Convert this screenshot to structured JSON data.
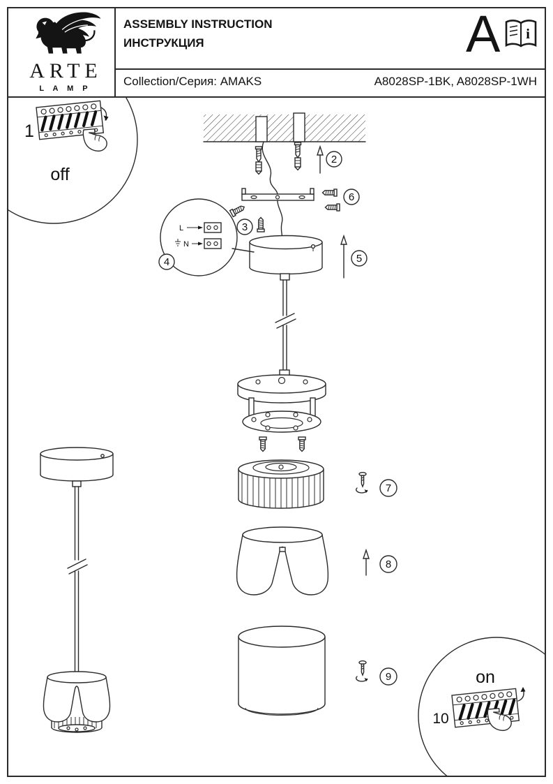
{
  "header": {
    "brand_name": "ARTE",
    "brand_sub": "L A M P",
    "title_line1": "ASSEMBLY INSTRUCTION",
    "title_line2": "ИНСТРУКЦИЯ",
    "format_letter": "A",
    "info_glyph": "i",
    "collection": "Collection/Серия: AMAKS",
    "models": "A8028SP-1BK, A8028SP-1WH"
  },
  "steps": {
    "s1": "1",
    "s2": "2",
    "s3": "3",
    "s4": "4",
    "s5": "5",
    "s6": "6",
    "s7": "7",
    "s8": "8",
    "s9": "9",
    "s10": "10"
  },
  "labels": {
    "power_off": "off",
    "power_on": "on",
    "line": "L",
    "neutral": "N"
  }
}
